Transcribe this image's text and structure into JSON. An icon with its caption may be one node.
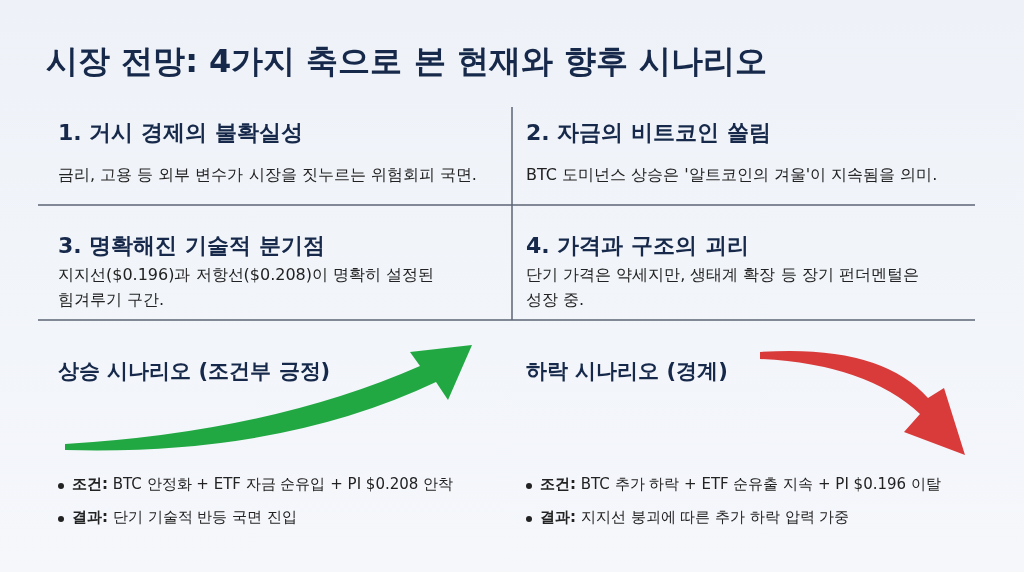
{
  "diagram": {
    "title": "시장 전망: 4가지 축으로 본 현재와 향후 시나리오",
    "labels": [
      "1. 거시 경제의 불확실성",
      "금리, 고용 등 외부 변수가 시장을 짓누르는 위험회피 국면.",
      "2. 자금의 비트코인 쏠림",
      "BTC 도미넌스 상승은 '알트코인의 겨울'이 지속됨을 의미.",
      "3. 명확해진 기술적 분기점",
      "지지선($0.196)과 저항선($0.208)이 명확히 설정된 힘겨루기 구간.",
      "4. 가격과 구조의 괴리",
      "단기 가격은 약세지만, 생태계 확장 등 장기 펀더멘털은 성장 중.",
      "상승 시나리오 (조건부 긍정)",
      "하락 시나리오 (경계)",
      "**조건:** BTC 안정화 + ETF 자금 순유입 + PI $0.208 안착",
      "**결과:** 단기 기술적 반등 국면 진입",
      "**조건:** BTC 추가 하락 + ETF 순유출 지속 + PI $0.196 이탈",
      "**결과:** 지지선 붕괴에 따른 추가 하락 압력 가중"
    ]
  }
}
